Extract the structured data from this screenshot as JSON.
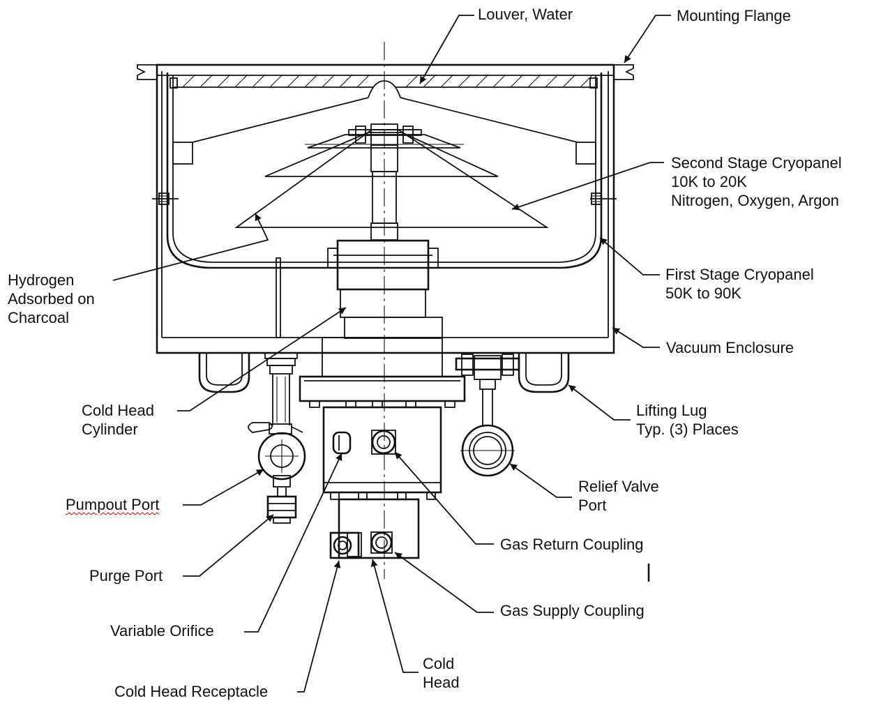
{
  "labels": {
    "louver_water": "Louver, Water",
    "mounting_flange": "Mounting Flange",
    "second_stage_line1": "Second Stage Cryopanel",
    "second_stage_line2": "10K to 20K",
    "second_stage_line3": "Nitrogen, Oxygen, Argon",
    "hydrogen_line1": "Hydrogen",
    "hydrogen_line2": "Adsorbed on",
    "hydrogen_line3": "Charcoal",
    "first_stage_line1": "First Stage Cryopanel",
    "first_stage_line2": "50K to 90K",
    "vacuum_enclosure": "Vacuum Enclosure",
    "cold_head_cylinder_line1": "Cold Head",
    "cold_head_cylinder_line2": "Cylinder",
    "lifting_lug_line1": "Lifting Lug",
    "lifting_lug_line2": "Typ. (3) Places",
    "relief_valve_line1": "Relief Valve",
    "relief_valve_line2": "Port",
    "pumpout_port": "Pumpout Port",
    "gas_return_coupling": "Gas Return Coupling",
    "purge_port": "Purge Port",
    "gas_supply_coupling": "Gas Supply Coupling",
    "variable_orifice": "Variable Orifice",
    "cold_head_line1": "Cold",
    "cold_head_line2": "Head",
    "cold_head_receptacle": "Cold Head Receptacle"
  },
  "colors": {
    "line": "#111111",
    "background": "#ffffff",
    "spellcheck": "#d00000"
  }
}
